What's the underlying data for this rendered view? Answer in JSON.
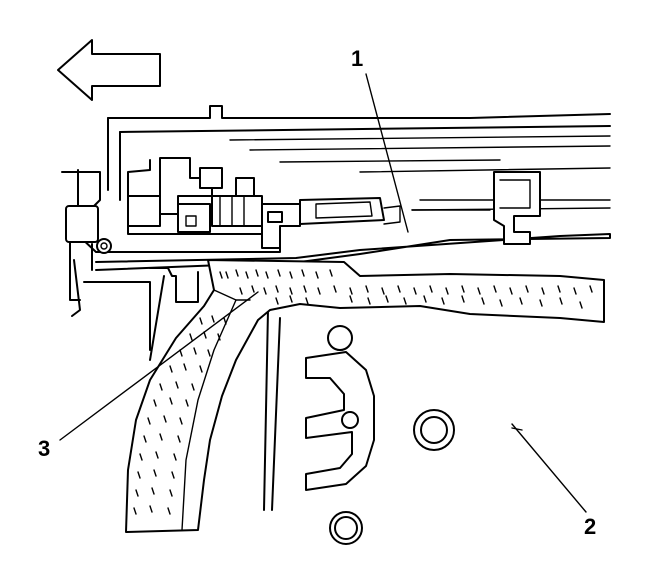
{
  "figure": {
    "callouts": [
      {
        "id": "callout-1",
        "label": "1"
      },
      {
        "id": "callout-2",
        "label": "2"
      },
      {
        "id": "callout-3",
        "label": "3"
      }
    ],
    "direction_arrow": "arrow-left-icon"
  }
}
